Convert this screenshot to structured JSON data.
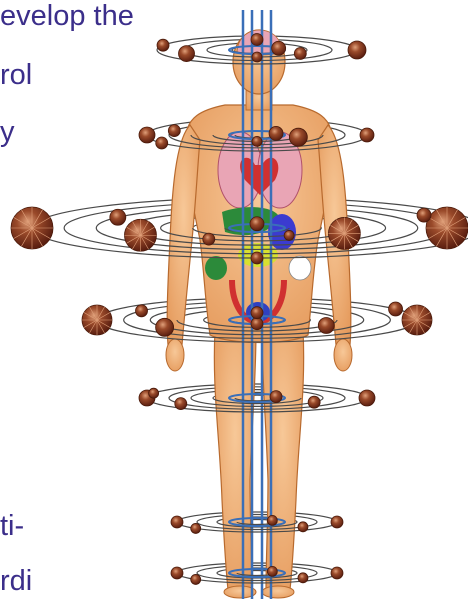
{
  "slide": {
    "text_lines": [
      "evelop the",
      "rol",
      "y",
      "ti-",
      "rdi"
    ],
    "text_color": "#3b2e8a"
  },
  "figure": {
    "subject": "human body with energy field rings",
    "colors": {
      "skin": "#f2b37b",
      "skin_outline": "#b86a2e",
      "axis_lines": "#3a6fb8",
      "ring_lines": "#4a4a4a",
      "orb": "#7a2e1a",
      "orb_highlight": "#e0a07a",
      "lungs": "#e9a5b5",
      "liver": "#2c8a3a",
      "stomach": "#3b3bd0",
      "kidney": "#d8e030",
      "heart": "#d03030",
      "intestine": "#3040c0"
    }
  }
}
